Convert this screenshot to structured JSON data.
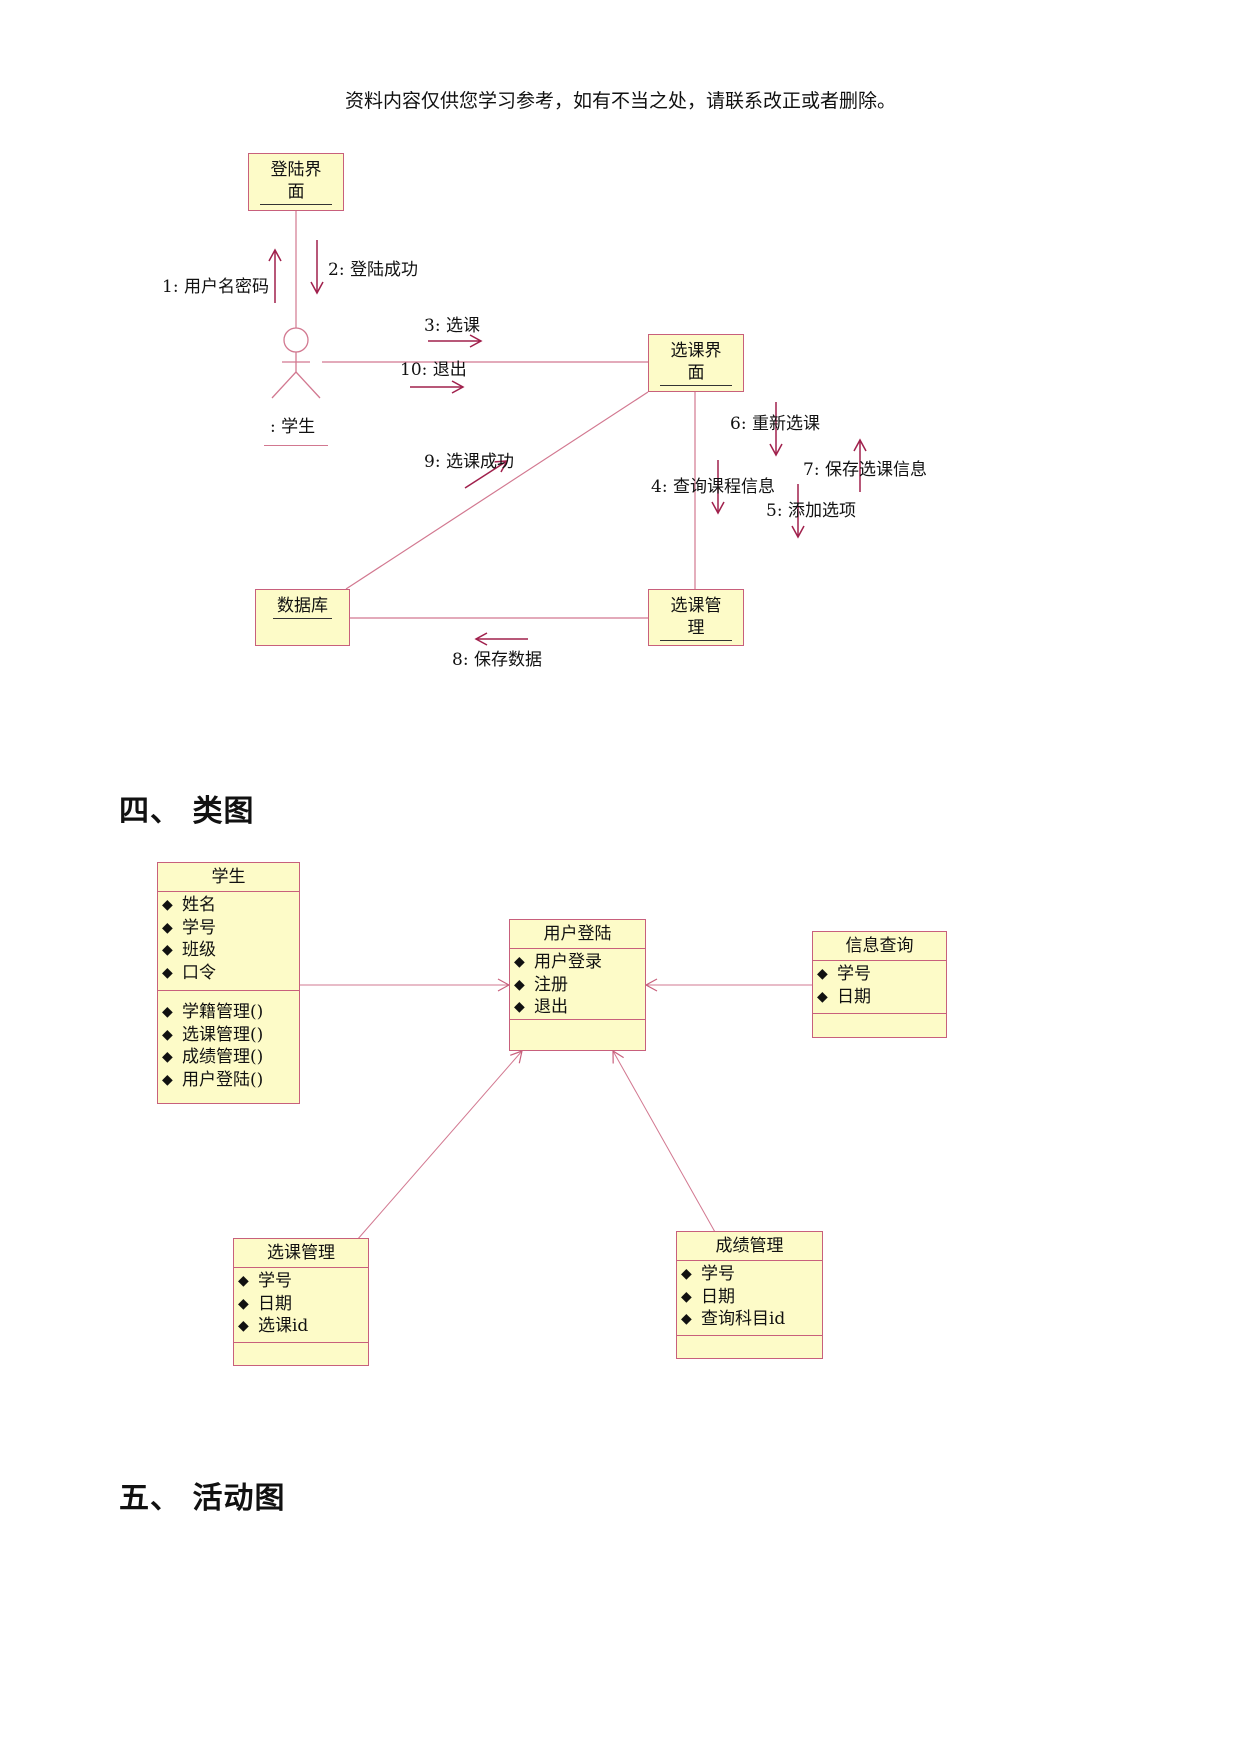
{
  "header": "资料内容仅供您学习参考，如有不当之处，请联系改正或者删除。",
  "collab": {
    "objects": {
      "login_ui": "登陆界面",
      "course_ui": "选课界面",
      "database": "数据库",
      "course_mgr": "选课管理",
      "actor": ": 学生"
    },
    "messages": {
      "m1": "1: 用户名密码",
      "m2": "2: 登陆成功",
      "m3": "3: 选课",
      "m4": "4: 查询课程信息",
      "m5": "5: 添加选项",
      "m6": "6: 重新选课",
      "m7": "7: 保存选课信息",
      "m8": "8: 保存数据",
      "m9": "9: 选课成功",
      "m10": "10: 退出"
    }
  },
  "sections": {
    "class_diagram": "四、  类图",
    "activity_diagram": "五、  活动图"
  },
  "classes": {
    "student": {
      "name": "学生",
      "attributes": [
        "姓名",
        "学号",
        "班级",
        "口令"
      ],
      "operations": [
        "学籍管理()",
        "选课管理()",
        "成绩管理()",
        "用户登陆()"
      ]
    },
    "login": {
      "name": "用户登陆",
      "attributes": [
        "用户登录",
        "注册",
        "退出"
      ]
    },
    "info": {
      "name": "信息查询",
      "attributes": [
        "学号",
        "日期"
      ]
    },
    "course": {
      "name": "选课管理",
      "attributes": [
        "学号",
        "日期",
        "选课id"
      ]
    },
    "grade": {
      "name": "成绩管理",
      "attributes": [
        "学号",
        "日期",
        "查询科目id"
      ]
    }
  },
  "icons": {
    "attribute": "attribute-icon",
    "operation": "operation-icon"
  },
  "colors": {
    "box_fill": "#fdfbc8",
    "box_border": "#c8607c",
    "arrow": "#a0204c"
  }
}
